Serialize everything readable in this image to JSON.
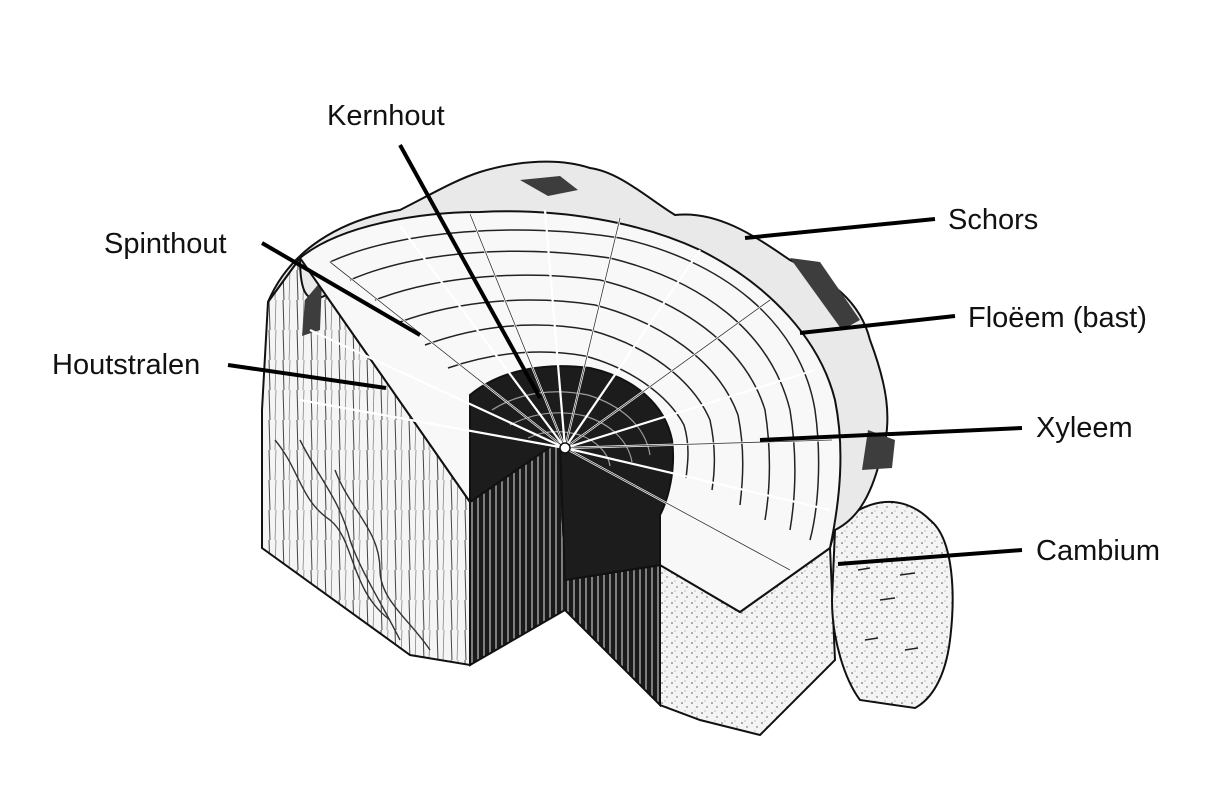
{
  "labels": {
    "kernhout": "Kernhout",
    "spinthout": "Spinthout",
    "houtstralen": "Houtstralen",
    "schors": "Schors",
    "floeem": "Floëem (bast)",
    "xyleem": "Xyleem",
    "cambium": "Cambium"
  },
  "colors": {
    "background": "#ffffff",
    "ink": "#111111",
    "heartwood": "#1c1c1c",
    "sapwood": "#f7f7f7",
    "bark": "#e6e6e6",
    "bark_dark": "#3d3d3d"
  }
}
